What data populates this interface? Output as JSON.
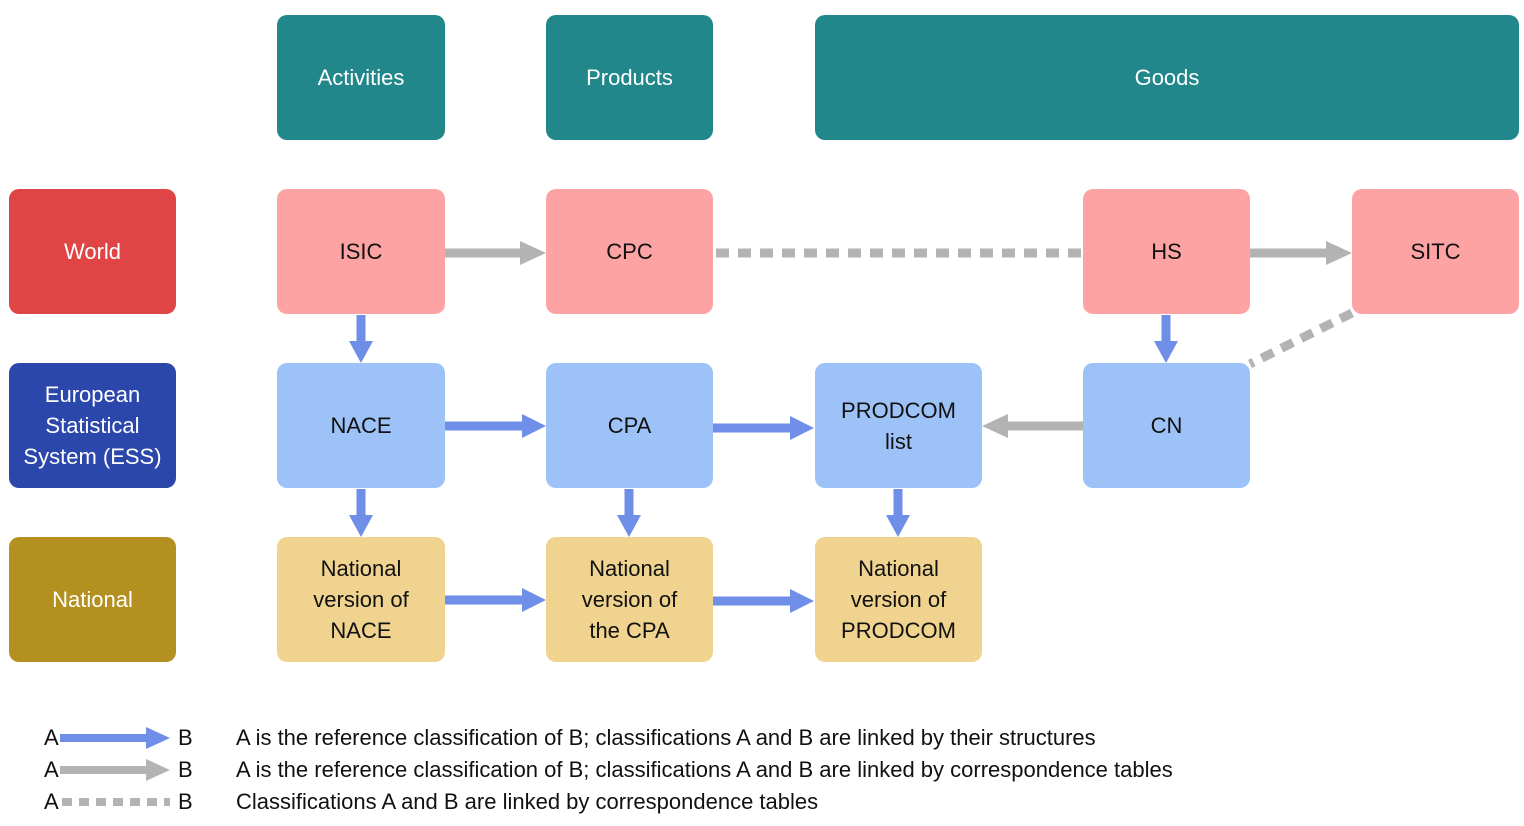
{
  "colors": {
    "header": "#21878a",
    "world_level": "#e04545",
    "ess_level": "#2b47ab",
    "national_level": "#b39020",
    "world_box": "#fda3a4",
    "ess_box": "#9dc2f8",
    "national_box": "#efd38e",
    "structure_arrow": "#6e8ee8",
    "correspondence_arrow": "#b3b3b3"
  },
  "headers": {
    "activities": "Activities",
    "products": "Products",
    "goods": "Goods"
  },
  "levels": {
    "world": "World",
    "ess": "European\nStatistical\nSystem (ESS)",
    "national": "National"
  },
  "classifications": {
    "isic": "ISIC",
    "cpc": "CPC",
    "hs": "HS",
    "sitc": "SITC",
    "nace": "NACE",
    "cpa": "CPA",
    "prodcom_list": "PRODCOM\nlist",
    "cn": "CN",
    "national_nace": "National\nversion of\nNACE",
    "national_cpa": "National\nversion of\nthe CPA",
    "national_prodcom": "National\nversion of\nPRODCOM"
  },
  "legend": [
    {
      "a": "A",
      "b": "B",
      "line_style": "structure-arrow",
      "text": "A is the reference classification of B; classifications A and B are linked by their structures"
    },
    {
      "a": "A",
      "b": "B",
      "line_style": "correspondence-arrow",
      "text": "A is the reference classification of B; classifications A and B are linked by correspondence tables"
    },
    {
      "a": "A",
      "b": "B",
      "line_style": "dotted-link",
      "text": "Classifications A and B are linked by correspondence tables"
    }
  ]
}
